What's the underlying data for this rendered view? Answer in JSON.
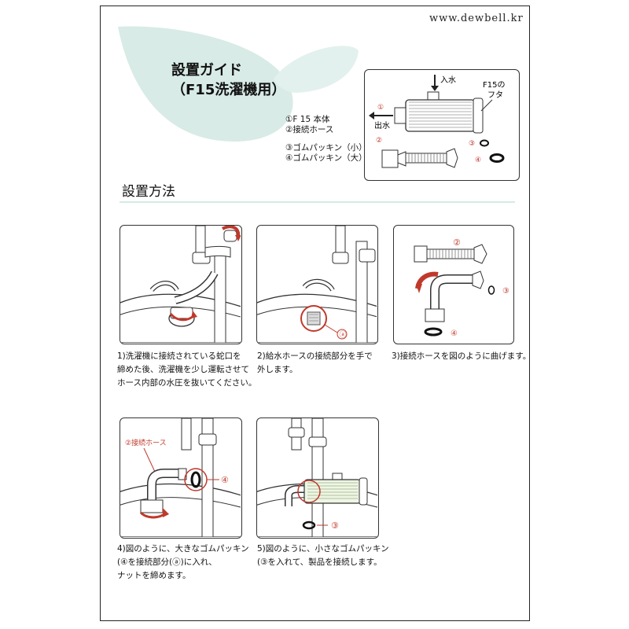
{
  "site_url": "www.dewbell.kr",
  "title": {
    "line1": "設置ガイド",
    "line2": "（F15洗濯機用）"
  },
  "parts_list": [
    "①F 15  本体",
    "②接続ホース",
    "③ゴムパッキン（小）",
    "④ゴムパッキン（大）"
  ],
  "parts_diagram": {
    "inlet": "入水",
    "outlet": "出水",
    "cap_line1": "F15の",
    "cap_line2": "フタ",
    "mark1": "①",
    "mark2": "②",
    "mark3": "③",
    "mark4": "④"
  },
  "section_title": "設置方法",
  "steps": [
    {
      "lines": [
        "1)洗濯機に接続されている蛇口を",
        "締めた後、洗濯機を少し運転させて",
        "ホース内部の水圧を抜いてください。"
      ]
    },
    {
      "lines": [
        "2)給水ホースの接続部分を手で",
        "外します。"
      ],
      "callout": "ⓐ"
    },
    {
      "lines": [
        "3)接続ホースを図のように曲げます。"
      ],
      "callout_hose": "②",
      "callout_small": "③",
      "callout_large": "④"
    },
    {
      "lines": [
        "4)図のように、大きなゴムパッキン",
        "(④を接続部分(ⓐ)に入れ、",
        "ナットを締めます。"
      ],
      "callout_label": "②接続ホース",
      "callout": "④"
    },
    {
      "lines": [
        "5)図のように、小さなゴムパッキン",
        "(③を入れて、製品を接続します。"
      ],
      "callout": "③"
    }
  ],
  "colors": {
    "leaf": "#d8ebe6",
    "accent_red": "#c0392b",
    "line": "#333333"
  }
}
